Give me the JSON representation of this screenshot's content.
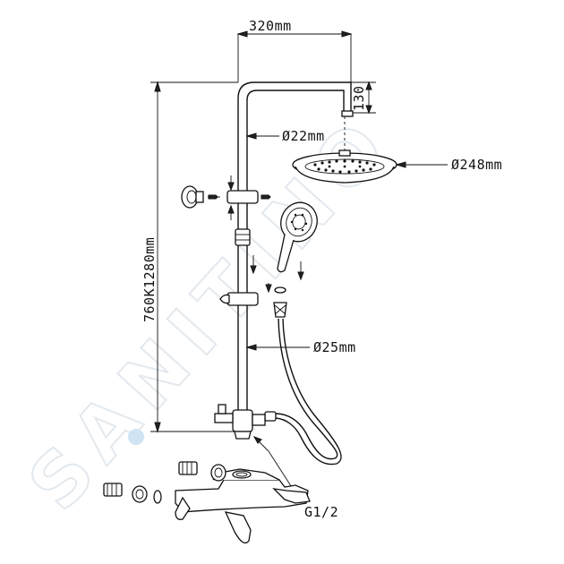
{
  "watermark": {
    "text": "SANITINO",
    "color": "#e3e9ee"
  },
  "dimensions": {
    "arm_length": "320mm",
    "drop": "130",
    "arm_diameter": "Ø22mm",
    "head_diameter": "Ø248mm",
    "height_range": "760K1280mm",
    "rail_diameter": "Ø25mm",
    "thread": "G1/2"
  }
}
